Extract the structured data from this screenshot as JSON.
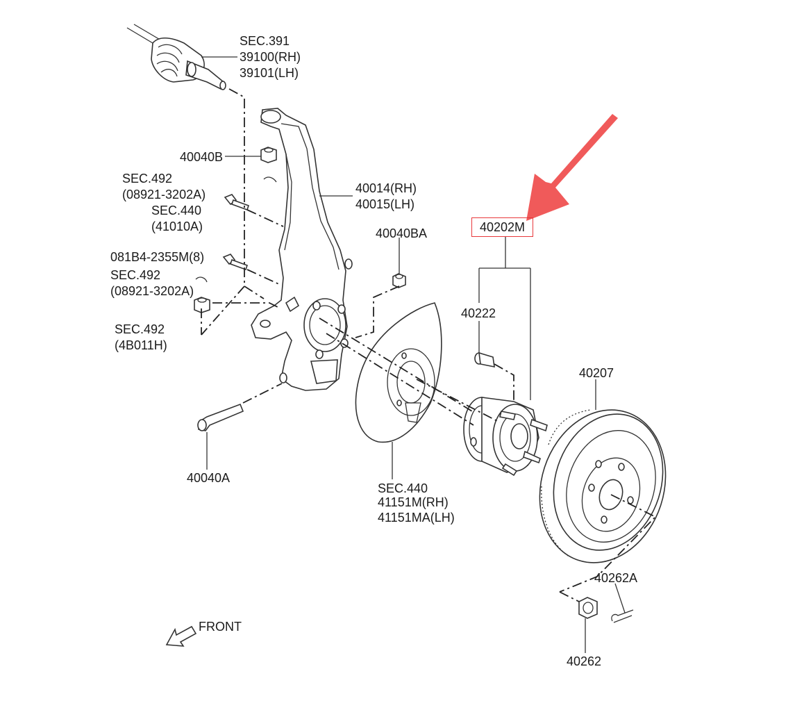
{
  "labels": {
    "driveshaft": [
      "SEC.391",
      "39100(RH)",
      "39101(LH)"
    ],
    "nut_40040b": "40040B",
    "bolt_sec492_a": [
      "SEC.492",
      "(08921-3202A)"
    ],
    "sec440_a": [
      "SEC.440",
      "(41010A)"
    ],
    "knuckle": [
      "40014(RH)",
      "40015(LH)"
    ],
    "nut_40040ba": "40040BA",
    "bolt_081b4": "081B4-2355M(8)",
    "bolt_sec492_b": [
      "SEC.492",
      "(08921-3202A)"
    ],
    "sec492_c": [
      "SEC.492",
      "(4B011H)"
    ],
    "highlighted_part": "40202M",
    "hub_bolt": "40222",
    "rotor": "40207",
    "bolt_40040a": "40040A",
    "backing_plate": [
      "SEC.440",
      "41151M(RH)",
      "41151MA(LH)"
    ],
    "cotter_pin": "40262A",
    "hub_nut": "40262",
    "front": "FRONT"
  },
  "colors": {
    "highlight": "#e8383b",
    "arrow": "#f05a5a",
    "line": "#333333"
  }
}
